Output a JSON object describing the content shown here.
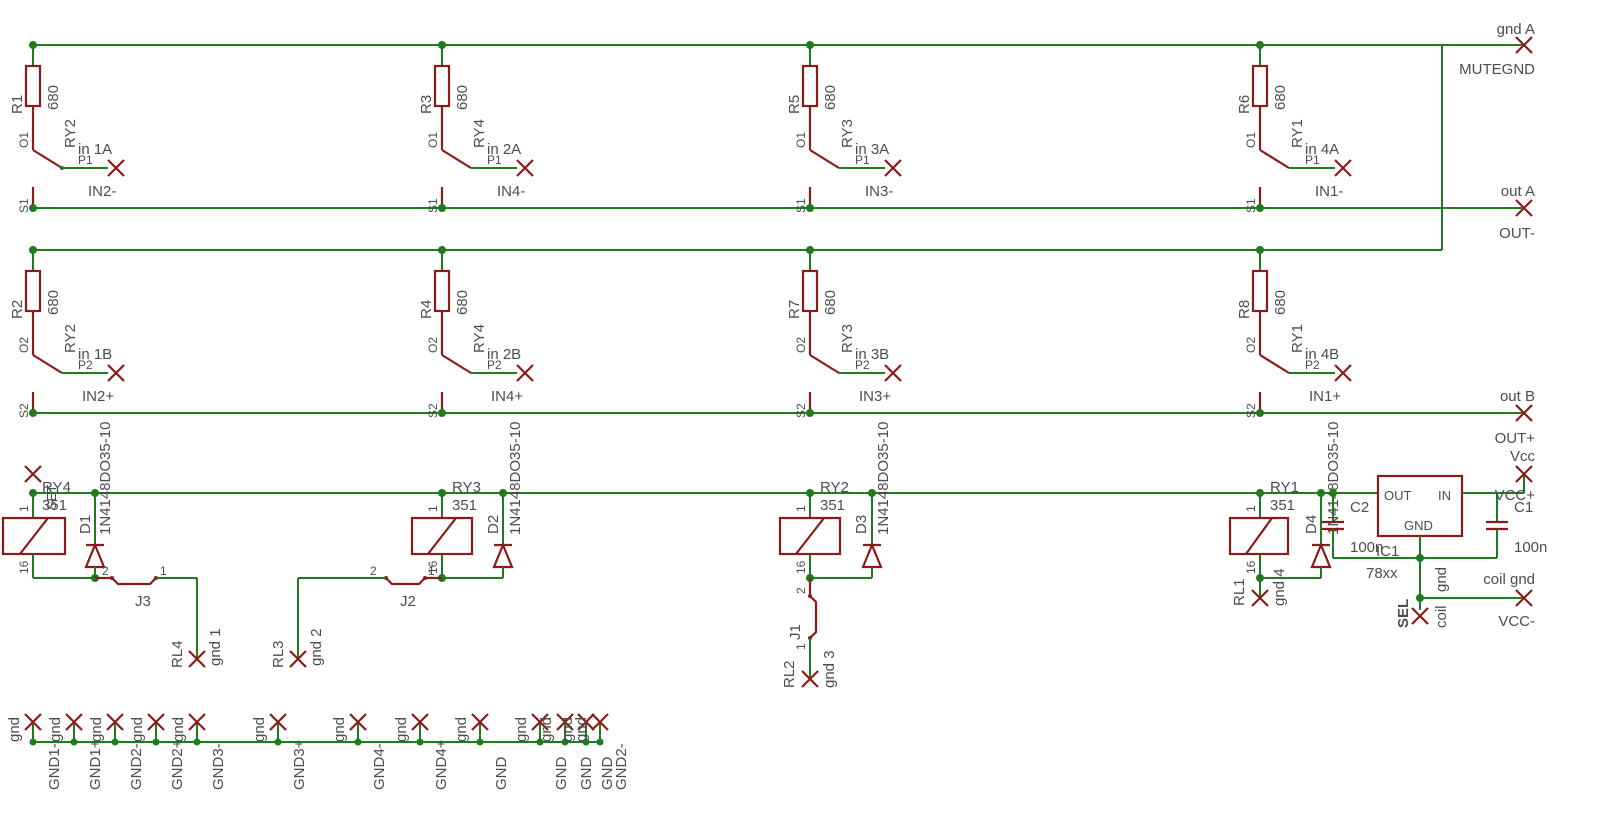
{
  "colors": {
    "wire": "#1e7b1e",
    "component": "#8b1a1a",
    "text": "#4d4d4d"
  },
  "rails": {
    "gnd_a": "gnd A",
    "mutegnd": "MUTEGND",
    "out_a": "out A",
    "out_minus": "OUT-",
    "out_b": "out B",
    "out_plus": "OUT+",
    "vcc": "Vcc",
    "vcc_plus": "VCC+",
    "coil_gnd": "coil gnd",
    "vcc_minus": "VCC-"
  },
  "switch_channels": [
    {
      "top_res": "R1",
      "bot_res": "R2",
      "res_value": "680",
      "relay": "RY2",
      "in_a": "in 1A",
      "in_b": "in 1B",
      "net_a": "IN2-",
      "net_b": "IN2+"
    },
    {
      "top_res": "R3",
      "bot_res": "R4",
      "res_value": "680",
      "relay": "RY4",
      "in_a": "in 2A",
      "in_b": "in 2B",
      "net_a": "IN4-",
      "net_b": "IN4+"
    },
    {
      "top_res": "R5",
      "bot_res": "R7",
      "res_value": "680",
      "relay": "RY3",
      "in_a": "in 3A",
      "in_b": "in 3B",
      "net_a": "IN3-",
      "net_b": "IN3+"
    },
    {
      "top_res": "R6",
      "bot_res": "R8",
      "res_value": "680",
      "relay": "RY1",
      "in_a": "in 4A",
      "in_b": "in 4B",
      "net_a": "IN1-",
      "net_b": "IN1+"
    }
  ],
  "contact_labels": {
    "o1": "O1",
    "o2": "O2",
    "p1": "P1",
    "p2": "P2",
    "s1": "S1",
    "s2": "S2"
  },
  "coil_channels": [
    {
      "relay": "RY4",
      "coil_value": "351",
      "diode": "D1",
      "diode_part": "1N4148DO35-10",
      "jumper": "J3",
      "rl": "RL4",
      "gnd": "gnd 1"
    },
    {
      "relay": "RY3",
      "coil_value": "351",
      "diode": "D2",
      "diode_part": "1N4148DO35-10",
      "jumper": "J2",
      "rl": "RL3",
      "gnd": "gnd 2"
    },
    {
      "relay": "RY2",
      "coil_value": "351",
      "diode": "D3",
      "diode_part": "1N4148DO35-10",
      "jumper": "J1",
      "rl": "RL2",
      "gnd": "gnd 3"
    },
    {
      "relay": "RY1",
      "coil_value": "351",
      "diode": "D4",
      "diode_part": "1N4148DO35-10",
      "jumper": "",
      "rl": "RL1",
      "gnd": "gnd 4"
    }
  ],
  "coil_pins": {
    "p1": "1",
    "p16": "16",
    "j1": "1",
    "j2": "2",
    "set": "SET"
  },
  "regulator": {
    "name": "IC1",
    "part": "78xx",
    "pin_in": "IN",
    "pin_out": "OUT",
    "pin_gnd": "GND",
    "c1": "C1",
    "c1_value": "100n",
    "c2": "C2",
    "c2_value": "100n",
    "sel": "SEL",
    "coil": "coil",
    "gnd": "gnd"
  },
  "bottom_connectors": [
    {
      "gnd": "gnd",
      "net": "GND1-"
    },
    {
      "gnd": "gnd",
      "net": "GND1+"
    },
    {
      "gnd": "gnd",
      "net": "GND2-"
    },
    {
      "gnd": "gnd",
      "net": "GND2+"
    },
    {
      "gnd": "gnd",
      "net": "GND3-"
    },
    {
      "gnd": "gnd",
      "net": "GND3+"
    },
    {
      "gnd": "gnd",
      "net": "GND4-"
    },
    {
      "gnd": "gnd",
      "net": "GND4+"
    },
    {
      "gnd": "gnd",
      "net": "GND"
    },
    {
      "gnd": "gnd",
      "net": "GND"
    },
    {
      "gnd": "gnd",
      "net": "GND"
    },
    {
      "gnd": "gnd",
      "net": "GND"
    },
    {
      "gnd": "gnd",
      "net": "GND2-"
    }
  ]
}
